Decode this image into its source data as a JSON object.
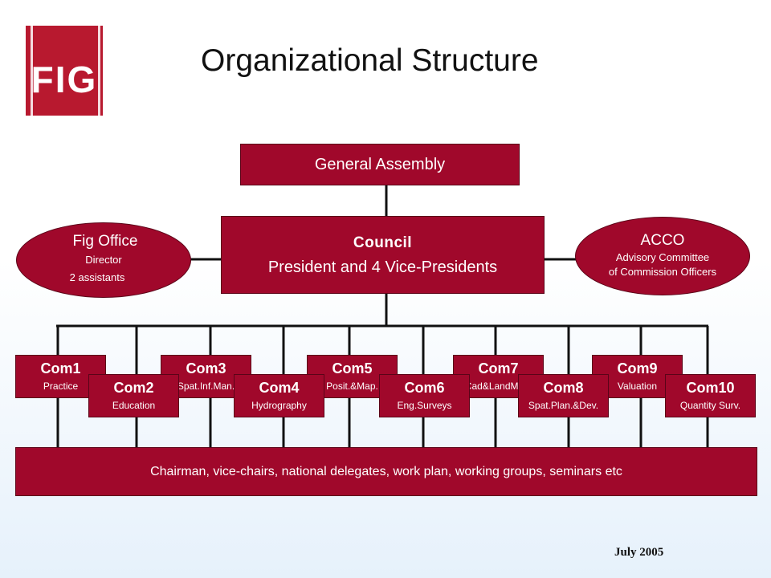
{
  "title": "Organizational Structure",
  "logo_text": "FIG",
  "general_assembly": "General Assembly",
  "council": {
    "title": "Council",
    "subtitle": "President and 4 Vice-Presidents"
  },
  "fig_office": {
    "title": "Fig Office",
    "line1": "Director",
    "line2": "2 assistants"
  },
  "acco": {
    "title": "ACCO",
    "line1": "Advisory Committee",
    "line2": "of Commission Officers"
  },
  "commissions": [
    {
      "name": "Com1",
      "desc": "Practice"
    },
    {
      "name": "Com2",
      "desc": "Education"
    },
    {
      "name": "Com3",
      "desc": "Spat.Inf.Man."
    },
    {
      "name": "Com4",
      "desc": "Hydrography"
    },
    {
      "name": "Com5",
      "desc": "Posit.&Map."
    },
    {
      "name": "Com6",
      "desc": "Eng.Surveys"
    },
    {
      "name": "Com7",
      "desc": "Cad&LandMan."
    },
    {
      "name": "Com8",
      "desc": "Spat.Plan.&Dev."
    },
    {
      "name": "Com9",
      "desc": "Valuation"
    },
    {
      "name": "Com10",
      "desc": "Quantity Surv."
    }
  ],
  "bottom_text": "Chairman, vice-chairs, national delegates, work plan, working groups, seminars etc",
  "footer": "July 2005",
  "colors": {
    "box_fill": "#a0082b",
    "logo": "#b8192f",
    "line": "#111111"
  }
}
